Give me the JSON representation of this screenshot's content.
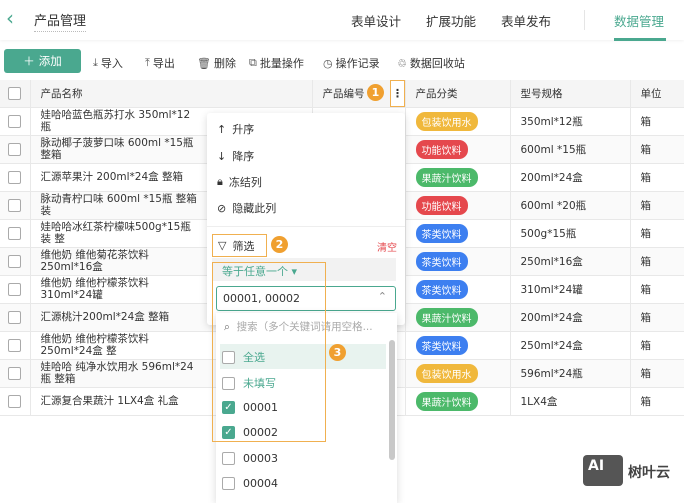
{
  "header": {
    "back_icon": "chevron-left-icon",
    "title": "产品管理",
    "tabs": [
      {
        "label": "表单设计"
      },
      {
        "label": "扩展功能"
      },
      {
        "label": "表单发布"
      },
      {
        "label": "数据管理",
        "active": true
      }
    ]
  },
  "toolbar": {
    "add": "添加",
    "import": "导入",
    "export": "导出",
    "delete": "删除",
    "batch": "批量操作",
    "log": "操作记录",
    "recycle": "数据回收站"
  },
  "table": {
    "columns": [
      "产品名称",
      "产品编号",
      "产品分类",
      "型号规格",
      "单位"
    ],
    "rows": [
      {
        "name": "娃哈哈蓝色瓶苏打水 350ml*12瓶",
        "category": "包装饮用水",
        "spec": "350ml*12瓶",
        "unit": "箱"
      },
      {
        "name": "脉动椰子菠萝口味 600ml *15瓶 整箱",
        "category": "功能饮料",
        "spec": "600ml *15瓶",
        "unit": "箱"
      },
      {
        "name": "汇源苹果汁 200ml*24盒 整箱",
        "category": "果蔬汁饮料",
        "spec": "200ml*24盒",
        "unit": "箱"
      },
      {
        "name": "脉动青柠口味 600ml *15瓶 整箱装",
        "category": "功能饮料",
        "spec": "600ml *20瓶",
        "unit": "箱"
      },
      {
        "name": "娃哈哈冰红茶柠檬味500g*15瓶装 整",
        "category": "茶类饮料",
        "spec": "500g*15瓶",
        "unit": "箱"
      },
      {
        "name": "维他奶 维他菊花茶饮料250ml*16盒",
        "category": "茶类饮料",
        "spec": "250ml*16盒",
        "unit": "箱"
      },
      {
        "name": "维他奶 维他柠檬茶饮料310ml*24罐",
        "category": "茶类饮料",
        "spec": "310ml*24罐",
        "unit": "箱"
      },
      {
        "name": "汇源桃汁200ml*24盒 整箱",
        "category": "果蔬汁饮料",
        "spec": "200ml*24盒",
        "unit": "箱"
      },
      {
        "name": "维他奶 维他柠檬茶饮料250ml*24盒 整",
        "category": "茶类饮料",
        "spec": "250ml*24盒",
        "unit": "箱"
      },
      {
        "name": "娃哈哈 纯净水饮用水 596ml*24瓶 整箱",
        "category": "包装饮用水",
        "spec": "596ml*24瓶",
        "unit": "箱"
      },
      {
        "name": "汇源复合果蔬汁 1LX4盒 礼盒",
        "category": "果蔬汁饮料",
        "spec": "1LX4盒",
        "unit": "箱"
      }
    ]
  },
  "category_colors": {
    "包装饮用水": "#f0b83c",
    "功能饮料": "#e5484d",
    "果蔬汁饮料": "#4cb96a",
    "茶类饮料": "#3d7ff0"
  },
  "column_menu": {
    "asc": "升序",
    "desc": "降序",
    "freeze": "冻结列",
    "hide": "隐藏此列",
    "filter": "筛选",
    "clear": "清空",
    "operator": "等于任意一个",
    "value": "00001, 00002",
    "search_placeholder": "搜索（多个关键词请用空格..."
  },
  "filter_options": [
    {
      "label": "全选",
      "checked": false
    },
    {
      "label": "未填写",
      "checked": false
    },
    {
      "label": "00001",
      "checked": true
    },
    {
      "label": "00002",
      "checked": true
    },
    {
      "label": "00003",
      "checked": false
    },
    {
      "label": "00004",
      "checked": false
    }
  ],
  "annotations": [
    "1",
    "2",
    "3"
  ],
  "watermark": {
    "logo": "AI",
    "text": "树叶云"
  },
  "accent": "#4aa88f"
}
